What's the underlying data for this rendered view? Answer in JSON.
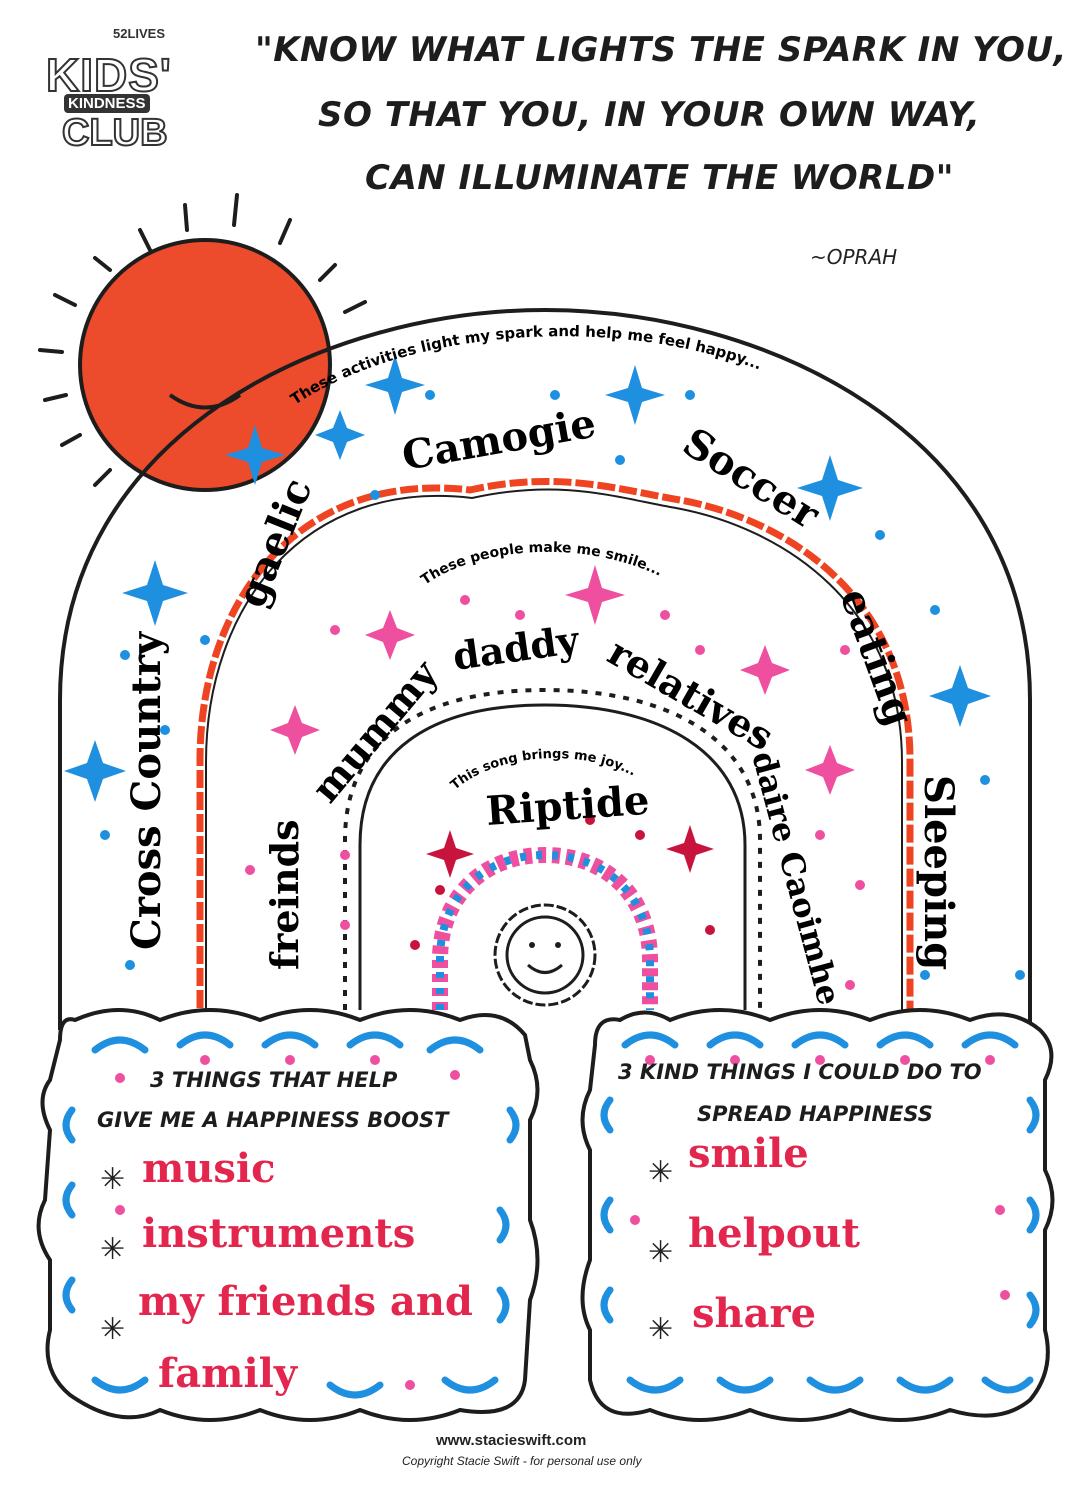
{
  "logo": {
    "top_text": "52LIVES",
    "line1": "KIDS'",
    "line2": "KINDNESS",
    "line3": "CLUB"
  },
  "quote": {
    "line1": "\"KNOW WHAT LIGHTS THE SPARK IN YOU,",
    "line2": "SO THAT YOU, IN YOUR OWN WAY,",
    "line3": "CAN ILLUMINATE THE WORLD\"",
    "author": "~OPRAH"
  },
  "rainbow": {
    "activities_prompt": "These activities light my spark and help me feel happy...",
    "activities": [
      "Cross Country",
      "gaelic",
      "Camogie",
      "Soccer",
      "eating",
      "Sleeping"
    ],
    "people_prompt": "These people make me smile...",
    "people": [
      "freinds",
      "mummy",
      "daddy",
      "relatives",
      "daire Caoimhe"
    ],
    "song_prompt": "This song brings me joy...",
    "song": "Riptide"
  },
  "boxes": {
    "left": {
      "title_line1": "3 THINGS THAT HELP",
      "title_line2": "GIVE ME A HAPPINESS BOOST",
      "items": [
        "music",
        "instruments",
        "my friends and",
        "family"
      ]
    },
    "right": {
      "title_line1": "3 KIND THINGS I COULD DO TO",
      "title_line2": "SPREAD HAPPINESS",
      "items": [
        "smile",
        "helpout",
        "share"
      ]
    }
  },
  "footer": {
    "url": "www.stacieswift.com",
    "copyright": "Copyright Stacie Swift - for personal use only"
  },
  "colors": {
    "ink": "#1d1d1d",
    "handwriting_red": "#e2264d",
    "sun_orange": "#ec4b2c",
    "marker_blue": "#1f8fe0",
    "marker_pink": "#ee4f9e",
    "wave_orange": "#ee4422",
    "dark_red": "#c8143c"
  },
  "icons": [
    "sun-icon",
    "star-icon",
    "smiley-face-icon",
    "asterisk-bullet-icon"
  ]
}
